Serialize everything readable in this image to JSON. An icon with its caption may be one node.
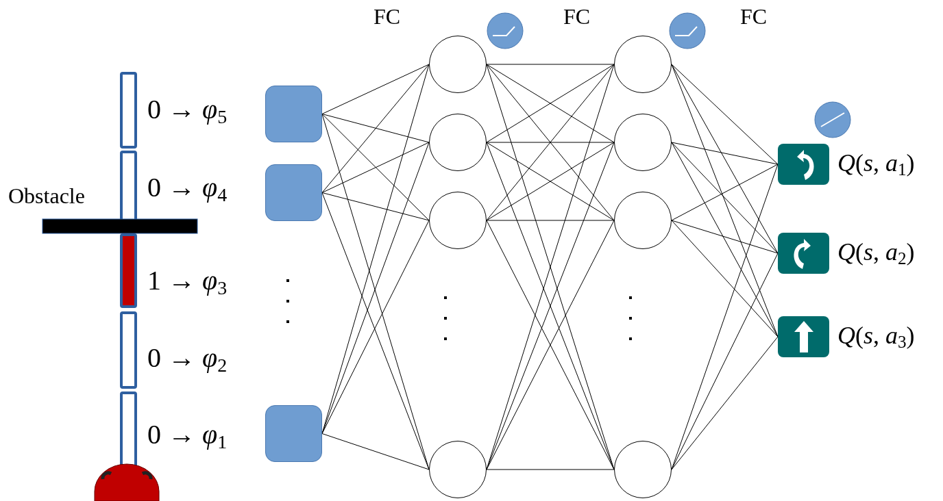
{
  "diagram": {
    "nodes": [
      {
        "text": [],
        "shape": "box"
      },
      {
        "text": [],
        "shape": "box"
      },
      {
        "text": [],
        "shape": "box"
      },
      {
        "text": [],
        "shape": "circle"
      },
      {
        "text": [],
        "shape": "circle"
      },
      {
        "text": [],
        "shape": "circle"
      },
      {
        "text": [],
        "shape": "circle"
      },
      {
        "text": [],
        "shape": "circle"
      },
      {
        "text": [],
        "shape": "circle"
      },
      {
        "text": [],
        "shape": "circle"
      },
      {
        "text": [],
        "shape": "circle"
      },
      {
        "text": [],
        "shape": "box",
        "beside": [
          "*Q*(*s*, *a*$_{1}$)"
        ]
      },
      {
        "text": [],
        "shape": "box",
        "beside": [
          "*Q*(*s*, *a*$_{2}$)"
        ]
      },
      {
        "text": [],
        "shape": "box",
        "beside": [
          "*Q*(*s*, *a*$_{3}$)"
        ]
      }
    ],
    "edges": [
      {
        "from": 0,
        "to": 3,
        "arrow": "none"
      },
      {
        "from": 0,
        "to": 4,
        "arrow": "none"
      },
      {
        "from": 0,
        "to": 5,
        "arrow": "none"
      },
      {
        "from": 0,
        "to": 6,
        "arrow": "none"
      },
      {
        "from": 1,
        "to": 3,
        "arrow": "none"
      },
      {
        "from": 1,
        "to": 4,
        "arrow": "none"
      },
      {
        "from": 1,
        "to": 5,
        "arrow": "none"
      },
      {
        "from": 1,
        "to": 6,
        "arrow": "none"
      },
      {
        "from": 2,
        "to": 3,
        "arrow": "none"
      },
      {
        "from": 2,
        "to": 4,
        "arrow": "none"
      },
      {
        "from": 2,
        "to": 5,
        "arrow": "none"
      },
      {
        "from": 2,
        "to": 6,
        "arrow": "none"
      },
      {
        "from": 3,
        "to": 7,
        "arrow": "none"
      },
      {
        "from": 3,
        "to": 8,
        "arrow": "none"
      },
      {
        "from": 3,
        "to": 9,
        "arrow": "none"
      },
      {
        "from": 3,
        "to": 10,
        "arrow": "none"
      },
      {
        "from": 4,
        "to": 7,
        "arrow": "none"
      },
      {
        "from": 4,
        "to": 8,
        "arrow": "none"
      },
      {
        "from": 4,
        "to": 9,
        "arrow": "none"
      },
      {
        "from": 4,
        "to": 10,
        "arrow": "none"
      },
      {
        "from": 5,
        "to": 7,
        "arrow": "none"
      },
      {
        "from": 5,
        "to": 8,
        "arrow": "none"
      },
      {
        "from": 5,
        "to": 9,
        "arrow": "none"
      },
      {
        "from": 5,
        "to": 10,
        "arrow": "none"
      },
      {
        "from": 6,
        "to": 7,
        "arrow": "none"
      },
      {
        "from": 6,
        "to": 8,
        "arrow": "none"
      },
      {
        "from": 6,
        "to": 9,
        "arrow": "none"
      },
      {
        "from": 6,
        "to": 10,
        "arrow": "none"
      },
      {
        "from": 7,
        "to": 11,
        "arrow": "none"
      },
      {
        "from": 7,
        "to": 12,
        "arrow": "none"
      },
      {
        "from": 7,
        "to": 13,
        "arrow": "none"
      },
      {
        "from": 8,
        "to": 11,
        "arrow": "none"
      },
      {
        "from": 8,
        "to": 12,
        "arrow": "none"
      },
      {
        "from": 8,
        "to": 13,
        "arrow": "none"
      },
      {
        "from": 9,
        "to": 11,
        "arrow": "none"
      },
      {
        "from": 9,
        "to": 12,
        "arrow": "none"
      },
      {
        "from": 9,
        "to": 13,
        "arrow": "none"
      },
      {
        "from": 10,
        "to": 11,
        "arrow": "none"
      },
      {
        "from": 10,
        "to": 12,
        "arrow": "none"
      },
      {
        "from": 10,
        "to": 13,
        "arrow": "none"
      }
    ],
    "labels": [
      "FC",
      "FC",
      "FC",
      "0 → *φ*$_{5}$",
      "Obstacle",
      "0 → *φ*$_{4}$",
      "1 → *φ*$_{3}$",
      "0 → *φ*$_{2}$",
      "0 → *φ*$_{1}$"
    ]
  }
}
